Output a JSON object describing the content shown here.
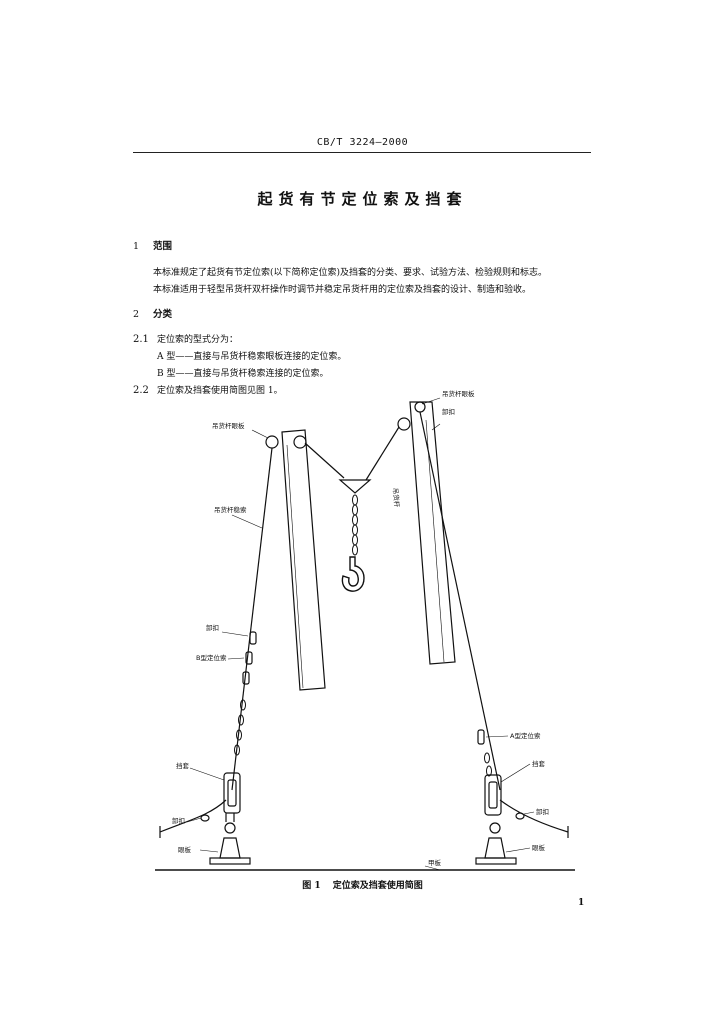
{
  "header": {
    "standard_code": "CB/T 3224—2000"
  },
  "document": {
    "title": "起货有节定位索及挡套",
    "section1": {
      "number": "1",
      "heading": "范围",
      "paragraphs": [
        "本标准规定了起货有节定位索(以下简称定位索)及挡套的分类、要求、试验方法、检验规则和标志。",
        "本标准适用于轻型吊货杆双杆操作时调节并稳定吊货杆用的定位索及挡套的设计、制造和验收。"
      ]
    },
    "section2": {
      "number": "2",
      "heading": "分类",
      "items": [
        {
          "number": "2.1",
          "text": "定位索的型式分为："
        },
        {
          "number": "",
          "text": "A 型——直接与吊货杆稳索眼板连接的定位索。"
        },
        {
          "number": "",
          "text": "B 型——直接与吊货杆稳索连接的定位索。"
        },
        {
          "number": "2.2",
          "text": "定位索及挡套使用简图见图 1。"
        }
      ]
    }
  },
  "figure": {
    "labels": {
      "eye_plate_left": "吊货杆眼板",
      "eye_plate_right": "吊货杆眼板",
      "stay_rope": "吊货杆稳索",
      "shackle_top": "卸扣",
      "cargo_boom": "吊货杆",
      "shackle_left": "卸扣",
      "b_type": "B型定位索",
      "guard_left": "挡套",
      "shackle_left_low": "卸扣",
      "deck_plate_left": "眼板",
      "a_type": "A型定位索",
      "guard_right": "挡套",
      "shackle_right_low": "卸扣",
      "deck_plate_right": "眼板",
      "deck": "甲板"
    },
    "caption_number": "图 1",
    "caption_text": "定位索及挡套使用简图"
  },
  "page_number": "1",
  "colors": {
    "ink": "#111111",
    "paper": "#ffffff"
  }
}
